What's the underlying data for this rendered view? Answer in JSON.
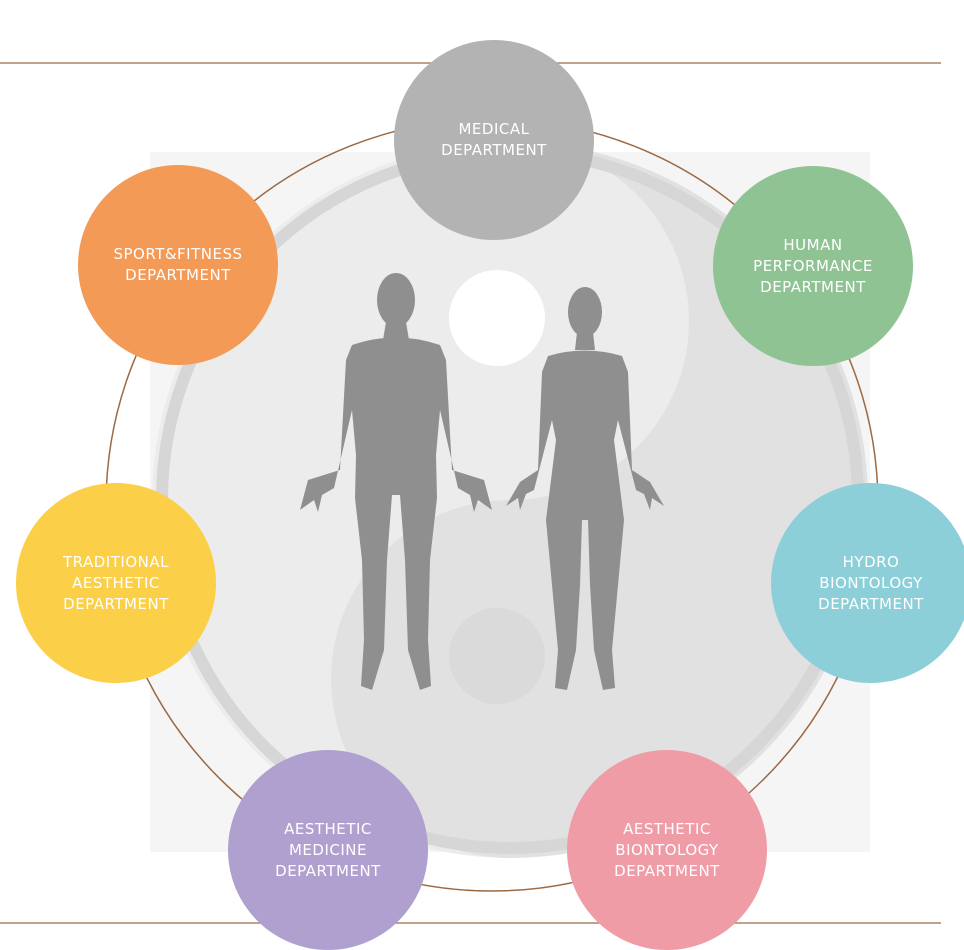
{
  "diagram": {
    "departments": [
      {
        "id": "medical",
        "lines": [
          "MEDICAL",
          "DEPARTMENT"
        ],
        "color": "#b3b3b3"
      },
      {
        "id": "human_performance",
        "lines": [
          "HUMAN",
          "PERFORMANCE",
          "DEPARTMENT"
        ],
        "color": "#8fc394"
      },
      {
        "id": "hydro_biontology",
        "lines": [
          "HYDRO",
          "BIONTOLOGY",
          "DEPARTMENT"
        ],
        "color": "#8ccfd8"
      },
      {
        "id": "aesthetic_biontology",
        "lines": [
          "AESTHETIC",
          "BIONTOLOGY",
          "DEPARTMENT"
        ],
        "color": "#f09ca7"
      },
      {
        "id": "aesthetic_medicine",
        "lines": [
          "AESTHETIC",
          "MEDICINE",
          "DEPARTMENT"
        ],
        "color": "#b0a0cf"
      },
      {
        "id": "traditional_aesthetic",
        "lines": [
          "TRADITIONAL",
          "AESTHETIC",
          "DEPARTMENT"
        ],
        "color": "#fbcf48"
      },
      {
        "id": "sport_fitness",
        "lines": [
          "SPORT&FITNESS",
          "DEPARTMENT"
        ],
        "color": "#f39a57"
      }
    ],
    "colors": {
      "ring_line": "#9b6a45",
      "rule_line": "#9b6a45",
      "yin_yang_light": "#e6e6e6",
      "yin_yang_mid": "#d4d4d4",
      "yin_yang_ring": "#dddddd",
      "silhouette": "#8f8f8f",
      "yin_yang_dot_light": "#ffffff",
      "yin_yang_dot_dark": "#d8d8d8"
    },
    "icons": {
      "center": "yin-yang-icon",
      "figures": [
        "male-silhouette-icon",
        "female-silhouette-icon"
      ]
    }
  }
}
